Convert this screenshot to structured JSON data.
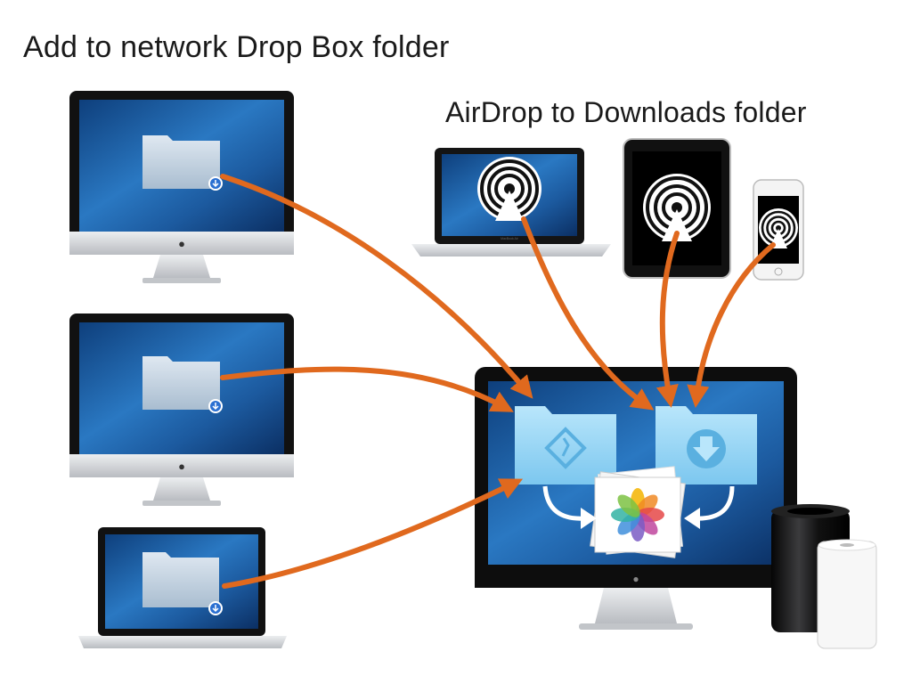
{
  "diagram": {
    "title_left": "Add to network Drop Box folder",
    "title_right": "AirDrop to Downloads folder",
    "device_labels": {
      "macbook_air": "MacBook Air"
    }
  },
  "colors": {
    "arrow": "#e0691e",
    "folder": "#8fd2f5",
    "screen_blue": "#1f63a8",
    "aluminum": "#d7d9dc",
    "bezel": "#111111"
  },
  "icons": [
    "folder-icon",
    "download-badge-icon",
    "airdrop-icon",
    "dropbox-folder-icon",
    "downloads-folder-icon",
    "photos-icon",
    "apple-logo-icon"
  ]
}
